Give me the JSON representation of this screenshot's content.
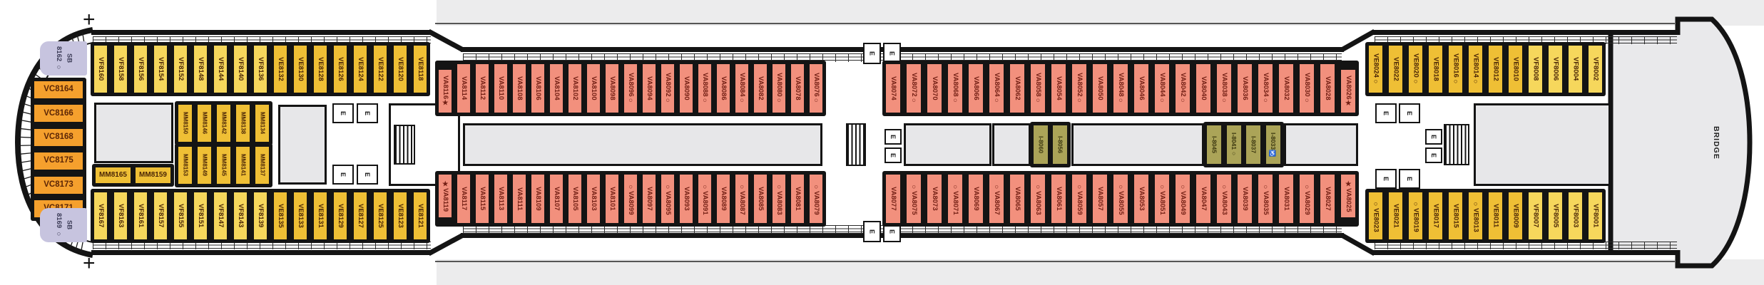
{
  "title_labels": {
    "bridge": "BRIDGE",
    "crosshair": "+"
  },
  "elevator_label": "E",
  "colors": {
    "cabin_vf_yellow": "#F6D75C",
    "cabin_ve_gold": "#EFBF35",
    "cabin_va_salmon": "#F2907D",
    "cabin_vc_orange": "#F5A02D",
    "cabin_sb_lavender": "#C7C4DF",
    "cabin_interior_olive": "#ABA458",
    "room_gray": "#E7E7E9",
    "deck_band_gray": "#ECECED",
    "wall_black": "#141414"
  },
  "stern": {
    "sb_top": {
      "lines": [
        "SB",
        "8162"
      ],
      "mark": "○"
    },
    "sb_bottom": {
      "lines": [
        "SB",
        "8169"
      ],
      "mark": "○"
    },
    "vc": [
      "VC8164",
      "VC8166",
      "VC8168",
      "VC8175",
      "VC8173",
      "VC8171"
    ],
    "mm_horizontal": [
      "MM8165",
      "MM8159"
    ],
    "mm_top": [
      "MM8150",
      "MM8146",
      "MM8142",
      "MM8138",
      "MM8134"
    ],
    "mm_bottom": [
      "MM8153",
      "MM8149",
      "MM8145",
      "MM8141",
      "MM8137"
    ]
  },
  "top_row": {
    "aft_yellow": [
      "VF8160",
      "VF8158",
      "VF8156",
      "VF8154",
      "VF8152",
      "VF8148",
      "VF8144",
      "VF8140",
      "VF8136",
      "VE8132",
      "VE8130",
      "VE8128",
      "VE8126",
      "VE8124",
      "VE8122",
      "VE8120",
      "VE8118"
    ],
    "va_aft": [
      "VA8116★",
      "VA8114",
      "VA8112",
      "VA8110",
      "VA8108",
      "VA8106",
      "VA8104",
      "VA8102",
      "VA8100",
      "VA8098",
      "VA8096○",
      "VA8094",
      "VA8092○",
      "VA8090",
      "VA8088○",
      "VA8086",
      "VA8084○",
      "VA8082",
      "VA8080○",
      "VA8078",
      "VA8076○"
    ],
    "va_fwd": [
      "VA8074",
      "VA8072○",
      "VA8070",
      "VA8068○",
      "VA8066",
      "VA8064○",
      "VA8062",
      "VA8058○",
      "VA8054",
      "VA8052○",
      "VA8050",
      "VA8048○",
      "VA8046",
      "VA8044○",
      "VA8042○",
      "VA8040",
      "VA8038○",
      "VA8036",
      "VA8034○",
      "VA8032",
      "VA8030○",
      "VA8028",
      "VA8026★"
    ],
    "fwd_yellow": [
      "VE8024○",
      "VE8022",
      "VE8020○",
      "VE8018",
      "VE8016○",
      "VE8014○",
      "VE8012",
      "VE8010",
      "VF8008",
      "VF8006",
      "VF8004",
      "VF8002"
    ]
  },
  "bottom_row": {
    "aft_yellow": [
      "VF8167",
      "VF8163",
      "VF8161",
      "VF8157",
      "VF8155",
      "VF8151",
      "VF8147",
      "VF8143",
      "VF8139",
      "VE8135",
      "VE8133",
      "VE8131",
      "VE8129",
      "VE8127",
      "VE8125",
      "VE8123",
      "VE8121"
    ],
    "va_aft": [
      "VA8119★",
      "VA8117",
      "VA8115",
      "VA8113",
      "VA8111",
      "VA8109",
      "VA8107",
      "VA8105",
      "VA8103",
      "VA8101",
      "VA8099○",
      "VA8097",
      "VA8095○",
      "VA8093",
      "VA8091○",
      "VA8089",
      "VA8087○",
      "VA8085",
      "VA8083○",
      "VA8081",
      "VA8079○"
    ],
    "va_fwd": [
      "VA8077",
      "VA8075○",
      "VA8073",
      "VA8071○",
      "VA8069",
      "VA8067○",
      "VA8065",
      "VA8063○",
      "VA8061",
      "VA8059○",
      "VA8057",
      "VA8055○",
      "VA8053",
      "VA8051○",
      "VA8049○",
      "VA8047",
      "VA8043○",
      "VA8039",
      "VA8035○",
      "VA8031",
      "VA8029○",
      "VA8027",
      "VA8025★"
    ],
    "fwd_yellow": [
      "VE8023○",
      "VE8021",
      "VE8019○",
      "VE8017",
      "VE8015",
      "VE8013○",
      "VE8011",
      "VE8009",
      "VF8007",
      "VF8005",
      "VF8003",
      "VF8001"
    ]
  },
  "interior_cabins": {
    "aft": [
      "I-8060",
      "I-8056"
    ],
    "fwd": [
      "I-8045",
      "I-8041○",
      "I-8037",
      "I-8033♿"
    ]
  }
}
